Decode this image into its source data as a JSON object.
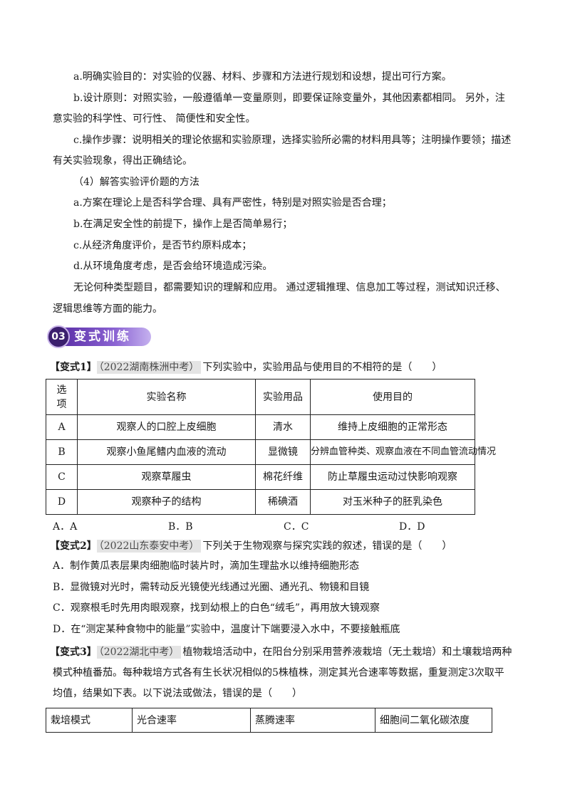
{
  "paragraphs": [
    "a.明确实验目的：对实验的仪器、材料、步骤和方法进行规划和设想，提出可行方案。",
    "b.设计原则：对照实验，一般遵循单一变量原则，即要保证除变量外，其他因素都相同。 另外，注",
    "意实验的科学性、可行性、 简便性和安全性。",
    "c.操作步骤：说明相关的理论依据和实验原理，选择实验所必需的材料用具等；注明操作要领；描述",
    "有关实验现象，得出正确结论。",
    "（4）解答实验评价题的方法",
    "a.方案在理论上是否科学合理、具有严密性，特别是对照实验是否合理；",
    "b.在满足安全性的前提下，操作上是否简单易行；",
    "c.从经济角度评价，是否节约原料成本；",
    "d.从环境角度考虑，是否会给环境造成污染。",
    "无论何种类型题目，都需要知识的理解和应用。 通过逻辑推理、信息加工等过程，测试知识迁移、",
    "逻辑思维等方面的能力。"
  ],
  "banner": {
    "number": "03",
    "title": "变式训练"
  },
  "q1": {
    "tag": "【变式1】",
    "source": "（2022湖南株洲中考）",
    "stem": "下列实验中，实验用品与使用目的不相符的是（　　）",
    "headers": [
      "选项",
      "实验名称",
      "实验用品",
      "使用目的"
    ],
    "rows": [
      [
        "A",
        "观察人的口腔上皮细胞",
        "清水",
        "维持上皮细胞的正常形态"
      ],
      [
        "B",
        "观察小鱼尾鳍内血液的流动",
        "显微镜",
        "分辨血管种类、观察血液在不同血管流动情况"
      ],
      [
        "C",
        "观察草履虫",
        "棉花纤维",
        "防止草履虫运动过快影响观察"
      ],
      [
        "D",
        "观察种子的结构",
        "稀碘酒",
        "对玉米种子的胚乳染色"
      ]
    ],
    "options": [
      "A．A",
      "B．B",
      "C．C",
      "D．D"
    ]
  },
  "q2": {
    "tag": "【变式2】",
    "source": "（2022山东泰安中考）",
    "stem": "下列关于生物观察与探究实践的叙述，错误的是（　　）",
    "options": [
      "A．制作黄瓜表层果肉细胞临时装片时，滴加生理盐水以维持细胞形态",
      "B．显微镜对光时，需转动反光镜使光线通过光圈、通光孔、物镜和目镜",
      "C．观察根毛时先用肉眼观察，找到幼根上的白色“绒毛”，再用放大镜观察",
      "D．在“测定某种食物中的能量”实验中，温度计下端要浸入水中，不要接触瓶底"
    ]
  },
  "q3": {
    "tag": "【变式3】",
    "source": "（2022湖北中考）",
    "stem_lines": [
      "植物栽培活动中，在阳台分别采用营养液栽培（无土栽培）和土壤栽培两种",
      "模式种植番茄。每种栽培方式各有生长状况相似的5株植株，测定其光合速率等数据，重复测定3次取平",
      "均值，结果如下表。以下说法或做法，错误的是（　　）"
    ],
    "headers": [
      "栽培模式",
      "光合速率",
      "蒸腾速率",
      "细胞间二氧化碳浓度"
    ]
  }
}
